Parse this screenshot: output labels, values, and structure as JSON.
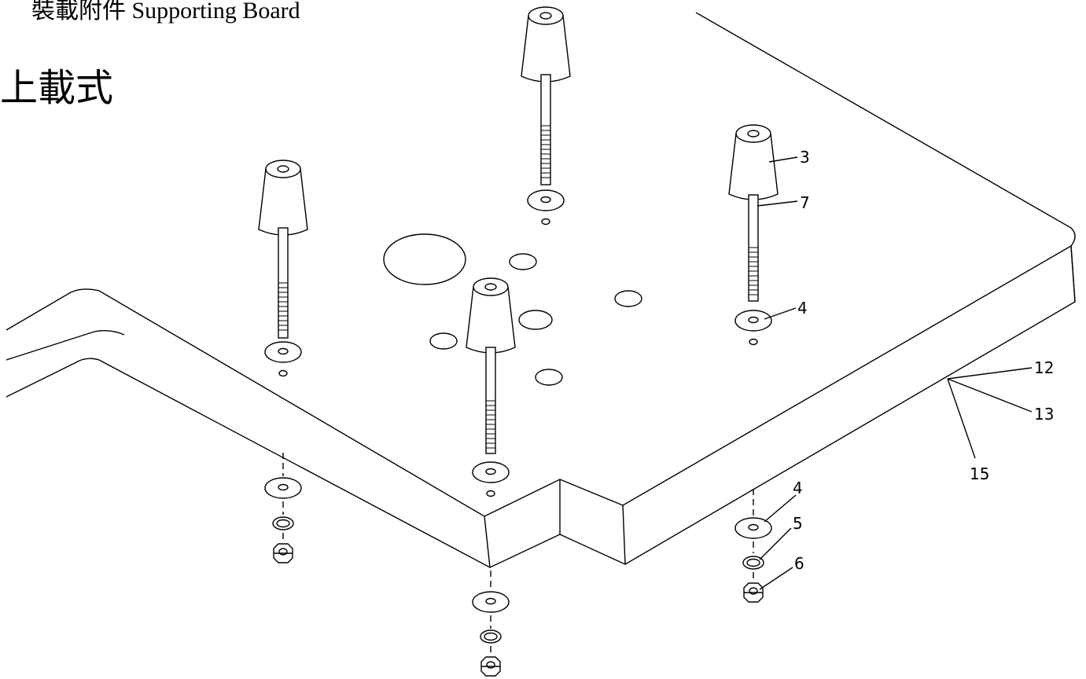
{
  "title": {
    "line1": "裝載附件  Supporting Board",
    "line2": "上載式"
  },
  "callouts": [
    "3",
    "7",
    "4",
    "12",
    "13",
    "15",
    "4",
    "5",
    "6"
  ],
  "colors": {
    "ink": "#000000",
    "background": "#ffffff"
  }
}
